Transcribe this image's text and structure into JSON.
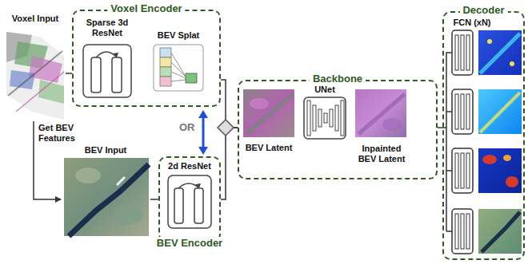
{
  "diagram": {
    "nodes": [
      {
        "text": [
          "Voxel Input"
        ]
      },
      {
        "text": [
          "Voxel Encoder"
        ]
      },
      {
        "text": [
          "Sparse 3d ResNet"
        ],
        "in": 1
      },
      {
        "text": [
          "BEV Splat"
        ],
        "in": 1
      },
      {
        "text": [
          "BEV Input"
        ]
      },
      {
        "text": [
          "BEV Encoder"
        ]
      },
      {
        "text": [
          "2d ResNet"
        ],
        "in": 5
      },
      {
        "text": [
          "Backbone"
        ]
      },
      {
        "text": [
          "BEV Latent"
        ],
        "in": 7
      },
      {
        "text": [
          "UNet"
        ],
        "in": 7
      },
      {
        "text": [
          "Inpainted BEV Latent"
        ],
        "in": 7
      },
      {
        "text": [
          "Decoder"
        ]
      },
      {
        "text": [
          "FCN (xN)"
        ],
        "in": 11
      }
    ],
    "edges": [
      {
        "from": 0,
        "to": 1,
        "arrow": "none"
      },
      {
        "from": 0,
        "to": 4,
        "label": "Get BEV Features",
        "arrow": "to"
      },
      {
        "from": 4,
        "to": 5,
        "arrow": "none"
      },
      {
        "from": 1,
        "to": 7,
        "arrow": "none"
      },
      {
        "from": 5,
        "to": 7,
        "arrow": "none"
      },
      {
        "from": 7,
        "to": 12,
        "arrow": "none"
      }
    ],
    "labels": [
      "OR"
    ]
  }
}
